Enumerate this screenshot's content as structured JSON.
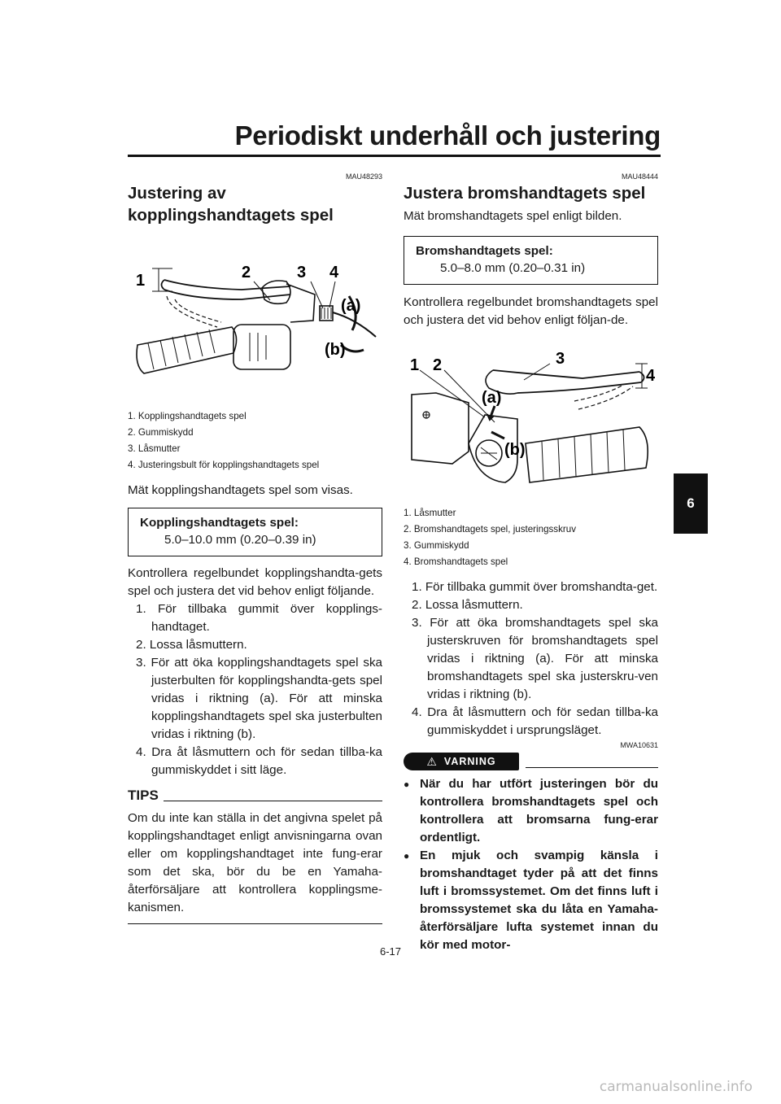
{
  "header": {
    "title": "Periodiskt underhåll och justering"
  },
  "chapter_tab": "6",
  "left": {
    "code1": "MAU48293",
    "heading": "Justering av kopplingshandtagets spel",
    "figure_labels": [
      "1",
      "2",
      "3",
      "4",
      "(a)",
      "(b)"
    ],
    "captions": [
      "1. Kopplingshandtagets spel",
      "2. Gummiskydd",
      "3. Låsmutter",
      "4. Justeringsbult för kopplingshandtagets spel"
    ],
    "intro": "Mät kopplingshandtagets spel som visas.",
    "spec": {
      "label": "Kopplingshandtagets spel:",
      "value": "5.0–10.0 mm (0.20–0.39 in)"
    },
    "para": "Kontrollera regelbundet kopplingshandta-gets spel och justera det vid behov enligt följande.",
    "steps": [
      "1. För tillbaka gummit över kopplings-handtaget.",
      "2. Lossa låsmuttern.",
      "3. För att öka kopplingshandtagets spel ska justerbulten för kopplingshandta-gets spel vridas i riktning (a). För att minska kopplingshandtagets spel ska justerbulten vridas i riktning (b).",
      "4. Dra åt låsmuttern och för sedan tillba-ka gummiskyddet i sitt läge."
    ],
    "tips_label": "TIPS",
    "tips_text": "Om du inte kan ställa in det angivna spelet på kopplingshandtaget enligt anvisningarna ovan eller om kopplingshandtaget inte fung-erar som det ska, bör du be en Yamaha-återförsäljare att kontrollera kopplingsme-kanismen."
  },
  "right": {
    "code1": "MAU48444",
    "heading": "Justera bromshandtagets spel",
    "intro": "Mät bromshandtagets spel enligt bilden.",
    "spec": {
      "label": "Bromshandtagets spel:",
      "value": "5.0–8.0 mm (0.20–0.31 in)"
    },
    "para": "Kontrollera regelbundet bromshandtagets spel och justera det vid behov enligt följan-de.",
    "figure_labels": [
      "1",
      "2",
      "3",
      "4",
      "(a)",
      "(b)"
    ],
    "captions": [
      "1. Låsmutter",
      "2. Bromshandtagets spel, justeringsskruv",
      "3. Gummiskydd",
      "4. Bromshandtagets spel"
    ],
    "steps": [
      "1. För tillbaka gummit över bromshandta-get.",
      "2. Lossa låsmuttern.",
      "3. För att öka bromshandtagets spel ska justerskruven för bromshandtagets spel vridas i riktning (a). För att minska bromshandtagets spel ska justerskru-ven vridas i riktning (b).",
      "4. Dra åt låsmuttern och för sedan tillba-ka gummiskyddet i ursprungsläget."
    ],
    "code2": "MWA10631",
    "warning_label": "VARNING",
    "warnings": [
      "När du har utfört justeringen bör du kontrollera bromshandtagets spel och kontrollera att bromsarna fung-erar ordentligt.",
      "En mjuk och svampig känsla i bromshandtaget tyder på att det finns luft i bromssystemet. Om det finns luft i bromssystemet ska du låta en Yamaha-återförsäljare lufta systemet innan du kör med motor-"
    ]
  },
  "page_number": "6-17",
  "watermark": "carmanualsonline.info"
}
